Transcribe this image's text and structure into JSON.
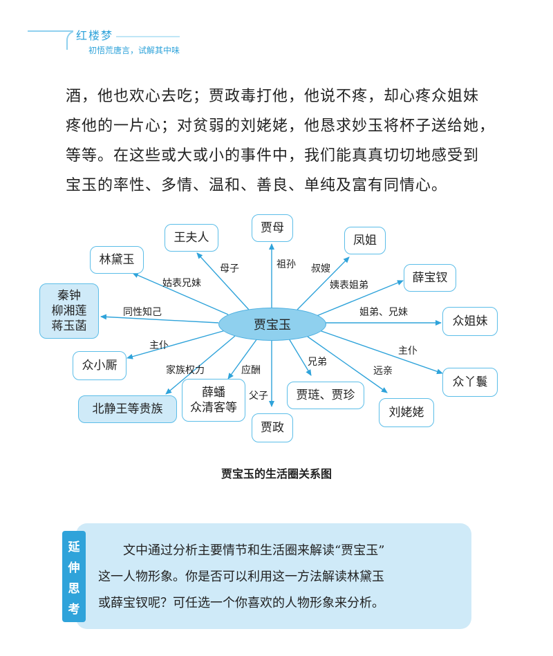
{
  "header": {
    "title": "红楼梦",
    "subtitle": "初悟荒唐言，试解其中味"
  },
  "paragraph": [
    "酒，他也欢心去吃；贾政毒打他，他说不疼，却心疼众姐妹",
    "疼他的一片心；对贫弱的刘姥姥，他恳求妙玉将杯子送给她，",
    "等等。在这些或大或小的事件中，我们能真真切切地感受到",
    "宝玉的率性、多情、温和、善良、单纯及富有同情心。"
  ],
  "diagram": {
    "center": "贾宝玉",
    "nodes": {
      "jiamu": "贾母",
      "wangfuren": "王夫人",
      "fengjie": "凤姐",
      "lindaiyu": "林黛玉",
      "xuebaochai": "薛宝钗",
      "qinzhong": [
        "秦钟",
        "柳湘莲",
        "蒋玉菡"
      ],
      "zhongjiemei": "众姐妹",
      "zhongxiaosi": "众小厮",
      "zhongyahuan": "众丫鬟",
      "beijingwang": "北静王等贵族",
      "xuepan": [
        "薛蟠",
        "众清客等"
      ],
      "jiazheng": "贾政",
      "jialian": "贾琏、贾珍",
      "liulaolao": "刘姥姥"
    },
    "relations": {
      "jiamu": "祖孙",
      "wangfuren": "母子",
      "fengjie": "叔嫂",
      "lindaiyu": "姑表兄妹",
      "xuebaochai": "姨表姐弟",
      "qinzhong": "同性知己",
      "zhongjiemei": "姐弟、兄妹",
      "zhongxiaosi": "主仆",
      "zhongyahuan": "主仆",
      "beijingwang": "家族权力",
      "xuepan": "应酬",
      "jiazheng": "父子",
      "jialian": "兄弟",
      "liulaolao": "远亲"
    },
    "caption": "贾宝玉的生活圈关系图"
  },
  "extension": {
    "tab_chars": [
      "延",
      "伸",
      "思",
      "考"
    ],
    "lines": [
      "文中通过分析主要情节和生活圈来解读“贾宝玉”",
      "这一人物形象。你是否可以利用这一方法解读林黛玉",
      "或薛宝钗呢？可任选一个你喜欢的人物形象来分析。"
    ]
  },
  "colors": {
    "accent": "#2fa3da",
    "node_border": "#5bbde8",
    "node_fill": "#cfeaf8",
    "center_fill": "#8fd0ee"
  }
}
